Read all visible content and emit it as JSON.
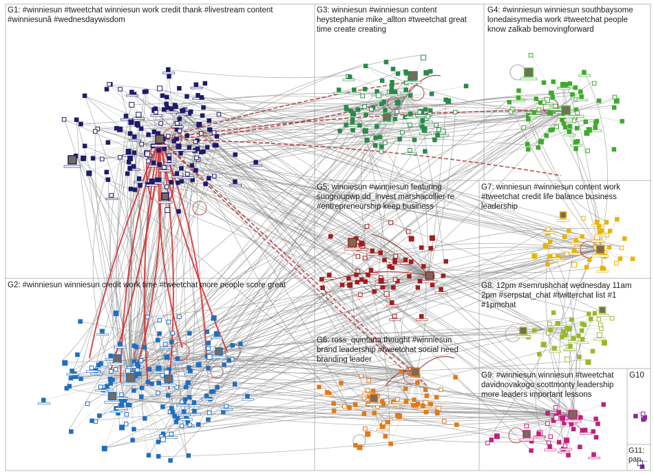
{
  "groups": [
    {
      "id": "G1",
      "label_lines": [
        "G1: #winniesun #tweetchat winniesun work credit thank #livestream content",
        "#winniesunâ #wednesdaywisdom"
      ],
      "color": "#1e1b6b"
    },
    {
      "id": "G2",
      "label_lines": [
        "G2: #winniesun winniesun credit work time #tweetchat more people score great"
      ],
      "color": "#1f6fbf"
    },
    {
      "id": "G3",
      "label_lines": [
        "G3: winniesun #winniesun content",
        "heystephanie mike_allton #tweetchat great",
        "time create creating"
      ],
      "color": "#2a8a4a"
    },
    {
      "id": "G4",
      "label_lines": [
        "G4: #winniesun winniesun southbaysome",
        "lonedaisymedia work #tweetchat people",
        "know zalkab bemovingforward"
      ],
      "color": "#3cab2a"
    },
    {
      "id": "G5",
      "label_lines": [
        "G5: winniesun #winniesun featuring",
        "sungroupwp dd_invest marshacollier re",
        "#entrepreneurship keep business"
      ],
      "color": "#a01e1e"
    },
    {
      "id": "G6",
      "label_lines": [
        "G6: ross_quintana thought #winniesun",
        "brand leadership #tweetchat social need",
        "branding leader"
      ],
      "color": "#e07a1a"
    },
    {
      "id": "G7",
      "label_lines": [
        "G7: winniesun #winniesun content work",
        "#tweetchat credit life balance business",
        "leadership"
      ],
      "color": "#e8b400"
    },
    {
      "id": "G8",
      "label_lines": [
        "G8: 12pm #semrushchat wednesday 11am",
        "2pm #serpstat_chat #twitterchat list #1",
        "#1pmchat"
      ],
      "color": "#9ab82a"
    },
    {
      "id": "G9",
      "label_lines": [
        "G9: #winniesun winniesun #tweetchat",
        "davidnovakogo scottmonty leadership",
        "more leaders important lessons"
      ],
      "color": "#c0207a"
    },
    {
      "id": "G10",
      "label_lines": [
        "G10"
      ],
      "color": "#8a2a9a"
    },
    {
      "id": "G11",
      "label_lines": [
        "G11:",
        "pan..."
      ],
      "color": "#6a2a8a"
    }
  ]
}
